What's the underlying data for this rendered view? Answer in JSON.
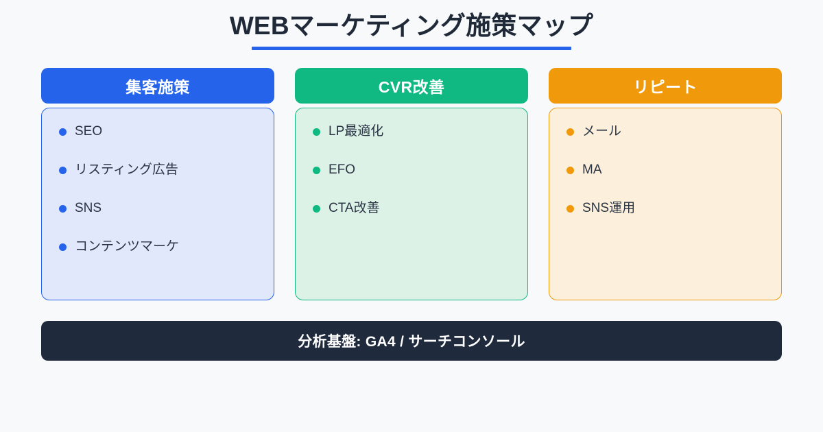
{
  "page": {
    "background_color": "#f8f9fb",
    "title": "WEBマーケティング施策マップ",
    "title_underline_color": "#2563eb"
  },
  "columns": [
    {
      "header": "集客施策",
      "header_color": "#2563eb",
      "body_fill": "#e1e8fb",
      "body_border": "#2563eb",
      "bullet_color": "#2563eb",
      "items": [
        {
          "label": "SEO"
        },
        {
          "label": "リスティング広告"
        },
        {
          "label": "SNS"
        },
        {
          "label": "コンテンツマーケ"
        }
      ]
    },
    {
      "header": "CVR改善",
      "header_color": "#10b981",
      "body_fill": "#ddf2e7",
      "body_border": "#10b981",
      "bullet_color": "#10b981",
      "items": [
        {
          "label": "LP最適化"
        },
        {
          "label": "EFO"
        },
        {
          "label": "CTA改善"
        }
      ]
    },
    {
      "header": "リピート",
      "header_color": "#f0990b",
      "body_fill": "#fcf0dc",
      "body_border": "#f0990b",
      "bullet_color": "#f0990b",
      "items": [
        {
          "label": "メール"
        },
        {
          "label": "MA"
        },
        {
          "label": "SNS運用"
        }
      ]
    }
  ],
  "footer": {
    "label": "分析基盤: GA4 / サーチコンソール",
    "background_color": "#1f2a3d",
    "text_color": "#ffffff"
  }
}
